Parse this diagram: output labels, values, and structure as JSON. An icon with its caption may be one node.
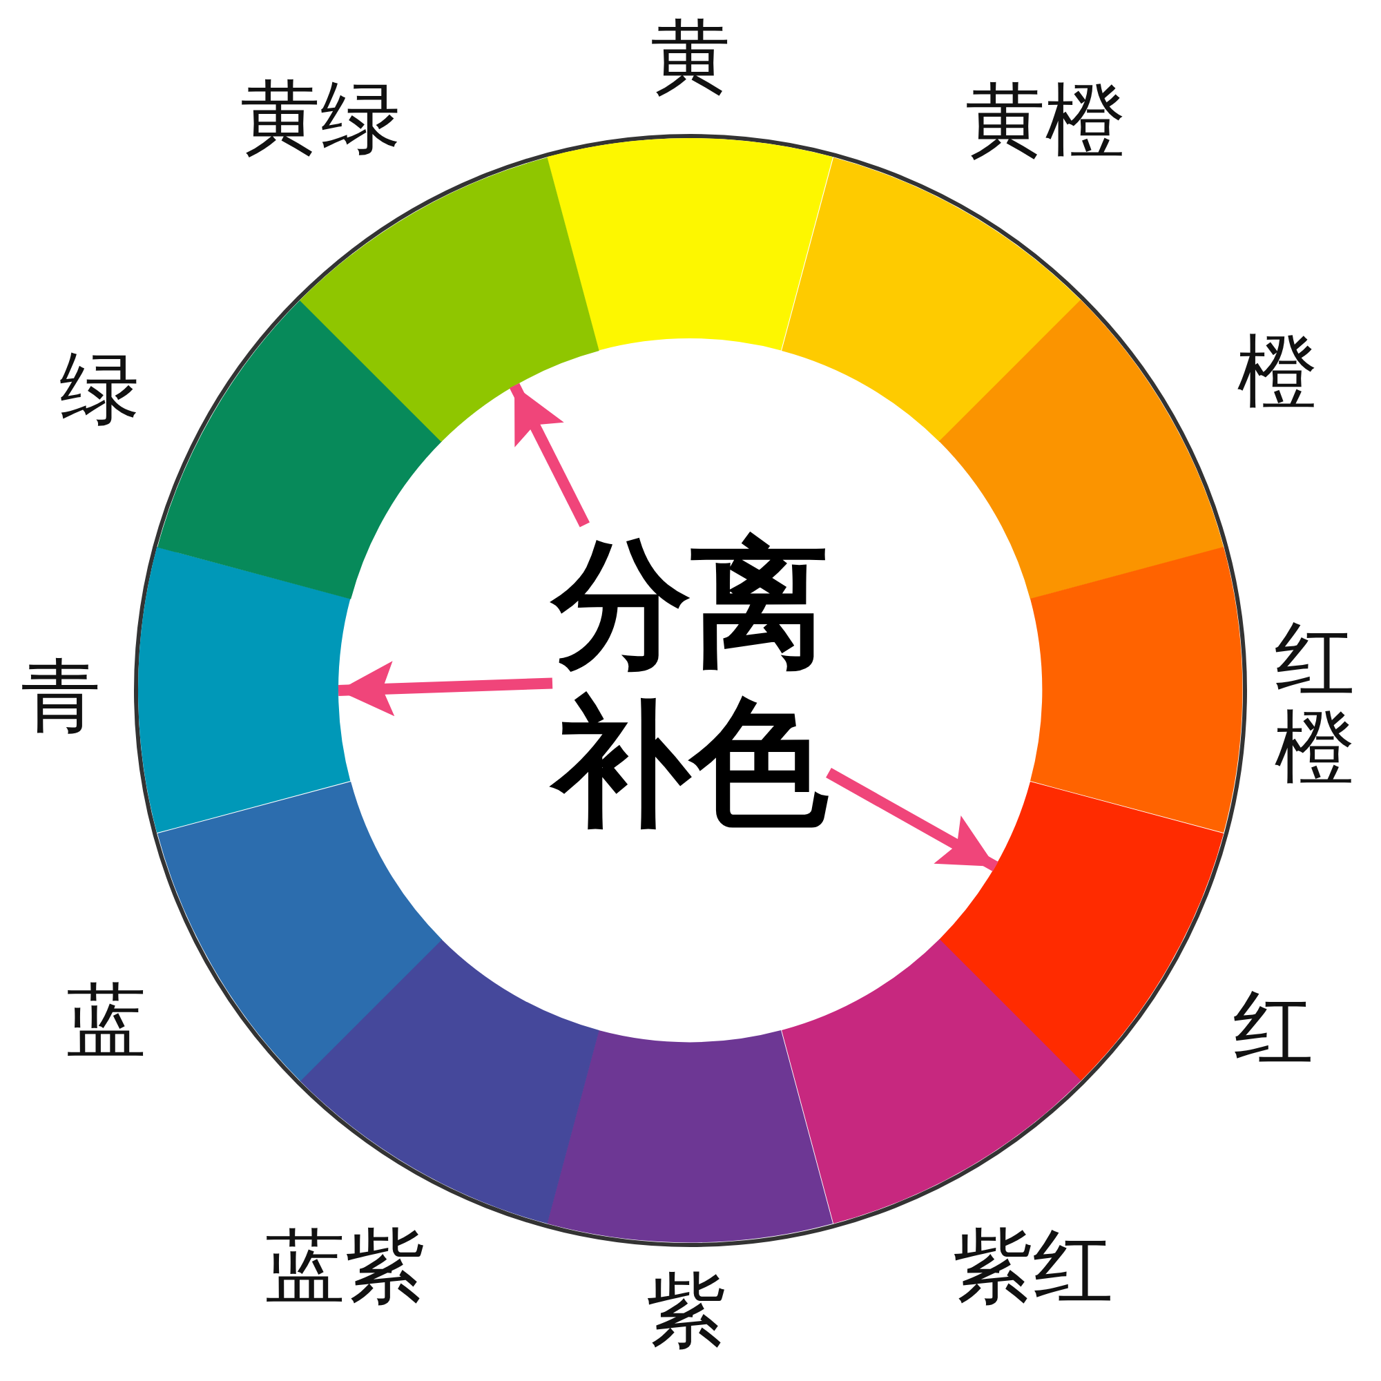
{
  "diagram": {
    "nodes": [
      {
        "text": [
          "黄"
        ]
      },
      {
        "text": [
          "黄橙"
        ]
      },
      {
        "text": [
          "橙"
        ]
      },
      {
        "text": [
          "红橙"
        ]
      },
      {
        "text": [
          "红"
        ]
      },
      {
        "text": [
          "紫红"
        ]
      },
      {
        "text": [
          "紫"
        ]
      },
      {
        "text": [
          "蓝紫"
        ]
      },
      {
        "text": [
          "蓝"
        ]
      },
      {
        "text": [
          "青"
        ]
      },
      {
        "text": [
          "绿"
        ]
      },
      {
        "text": [
          "黄绿"
        ]
      },
      {
        "text": [
          "分离补色"
        ]
      }
    ],
    "edges": [
      {
        "from": 12,
        "to": 11,
        "arrow": "to"
      },
      {
        "from": 12,
        "to": 9,
        "arrow": "to"
      },
      {
        "from": 12,
        "to": 4,
        "arrow": "to"
      }
    ]
  }
}
